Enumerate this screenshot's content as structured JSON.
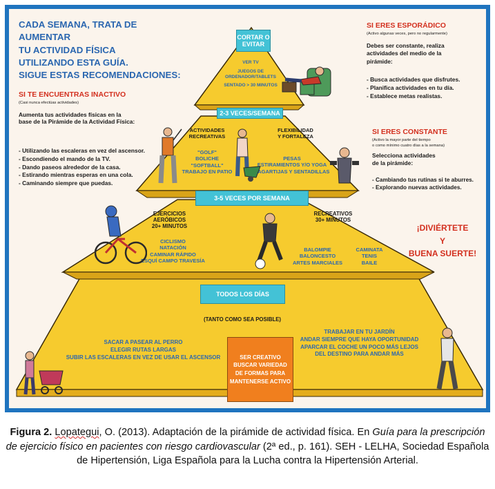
{
  "header_left": {
    "line1": "CADA SEMANA, TRATA DE AUMENTAR",
    "line2": "TU ACTIVIDAD FÍSICA",
    "line3": "UTILIZANDO ESTA GUÍA.",
    "line4": "SIGUE ESTAS RECOMENDACIONES:"
  },
  "inactive": {
    "title": "SI TE ENCUENTRAS INACTIVO",
    "subtitle": "(Casi nunca efectúas actividades)",
    "intro1": "Aumenta tus actividades físicas en la",
    "intro2": "base de la Pirámide de la Actividad Física:",
    "tips": [
      "- Utilizando las escaleras en vez del ascensor.",
      "- Escondiendo el mando de la TV.",
      "- Dando paseos alrededor de la casa.",
      "- Estirando mientras esperas en una cola.",
      "- Caminando siempre que puedas."
    ]
  },
  "sporadic": {
    "title": "SI ERES ESPORÁDICO",
    "subtitle": "(Activo algunas veces, pero no regularmente)",
    "intro1": "Debes ser constante, realiza",
    "intro2": "actividades del medio de la",
    "intro3": "pirámide:",
    "tips": [
      "- Busca actividades que disfrutes.",
      "- Planifica actividades en tu día.",
      "- Establece metas realistas."
    ]
  },
  "constant": {
    "title": "SI ERES CONSTANTE",
    "subtitle1": "(Activo la mayor parte del tiempo",
    "subtitle2": "o como mínimo cuatro días a la semana)",
    "intro1": "Selecciona actividades",
    "intro2": "de la pirámide:",
    "tips": [
      "- Cambiando tus rutinas si te aburres.",
      "- Explorando nuevas actividades."
    ]
  },
  "closing": {
    "line1": "¡DIVIÉRTETE",
    "line2": "Y",
    "line3": "BUENA SUERTE!"
  },
  "pyramid": {
    "top": {
      "label1": "CORTAR O",
      "label2": "EVITAR",
      "items": [
        "VER TV",
        "JUEGOS DE",
        "ORDENADOR/TABLETS",
        "SENTADO > 30 MINUTOS"
      ]
    },
    "tier2": {
      "label": "2-3 VECES/SEMANA",
      "col1_title1": "ACTIVIDADES",
      "col1_title2": "RECREATIVAS",
      "col1_items": [
        "\"GOLF\"",
        "BOLICHE",
        "\"SOFTBALL\"",
        "TRABAJO EN PATIO"
      ],
      "col2_title1": "FLEXIBILIDAD",
      "col2_title2": "Y FORTALEZA",
      "col2_items": [
        "PESAS",
        "ESTIRAMIENTOS Y/O YOGA",
        "LAGARTIJAS Y SENTADILLAS"
      ]
    },
    "tier3": {
      "label": "3-5 VECES POR SEMANA",
      "aerobic_title1": "EJERCICIOS AERÓBICOS",
      "aerobic_title2": "20+ MINUTOS",
      "aerobic_items": [
        "CICLISMO",
        "NATACIÓN",
        "CAMINAR RÁPIDO",
        "ESQUÍ CAMPO TRAVESÍA"
      ],
      "rec_title1": "RECREATIVOS",
      "rec_title2": "30+ MINUTOS",
      "rec_items_a": [
        "BALOMPIE",
        "BALONCESTO",
        "ARTES MARCIALES"
      ],
      "rec_items_b": [
        "CAMINATA",
        "TENIS",
        "BAILE"
      ]
    },
    "base": {
      "label": "TODOS LOS DÍAS",
      "note": "(TANTO COMO SEA POSIBLE)",
      "left_items": [
        "SACAR A PASEAR AL PERRO",
        "ELEGIR RUTAS LARGAS",
        "SUBIR LAS ESCALERAS EN VEZ DE USAR EL ASCENSOR"
      ],
      "right_items": [
        "TRABAJAR EN TU JARDÍN",
        "ANDAR SIEMPRE QUE HAYA OPORTUNIDAD",
        "APARCAR EL COCHE UN POCO MÁS LEJOS",
        "DEL DESTINO PARA ANDAR MÁS"
      ],
      "box_lines": [
        "SER CREATIVO",
        "BUSCAR VARIEDAD",
        "DE FORMAS PARA",
        "MANTENERSE ACTIVO"
      ]
    }
  },
  "caption": {
    "label": "Figura 2.",
    "author": "Lopategui",
    "part1": ", O. (2013). Adaptación de la pirámide de actividad física. En ",
    "book": "Guía para la prescripción de ejercicio físico en pacientes con riesgo cardiovascular",
    "part2": " (2ª ed., p. 161). SEH - LELHA, Sociedad Española de Hipertensión, Liga Española para la Lucha contra la Hipertensión Arterial."
  },
  "colors": {
    "frame_blue": "#1f74bf",
    "pyramid_yellow": "#f6cb2e",
    "cyan_label": "#43c2d6",
    "orange_box": "#f07f1e",
    "text_blue": "#2b67b0",
    "text_red": "#d3301f"
  }
}
